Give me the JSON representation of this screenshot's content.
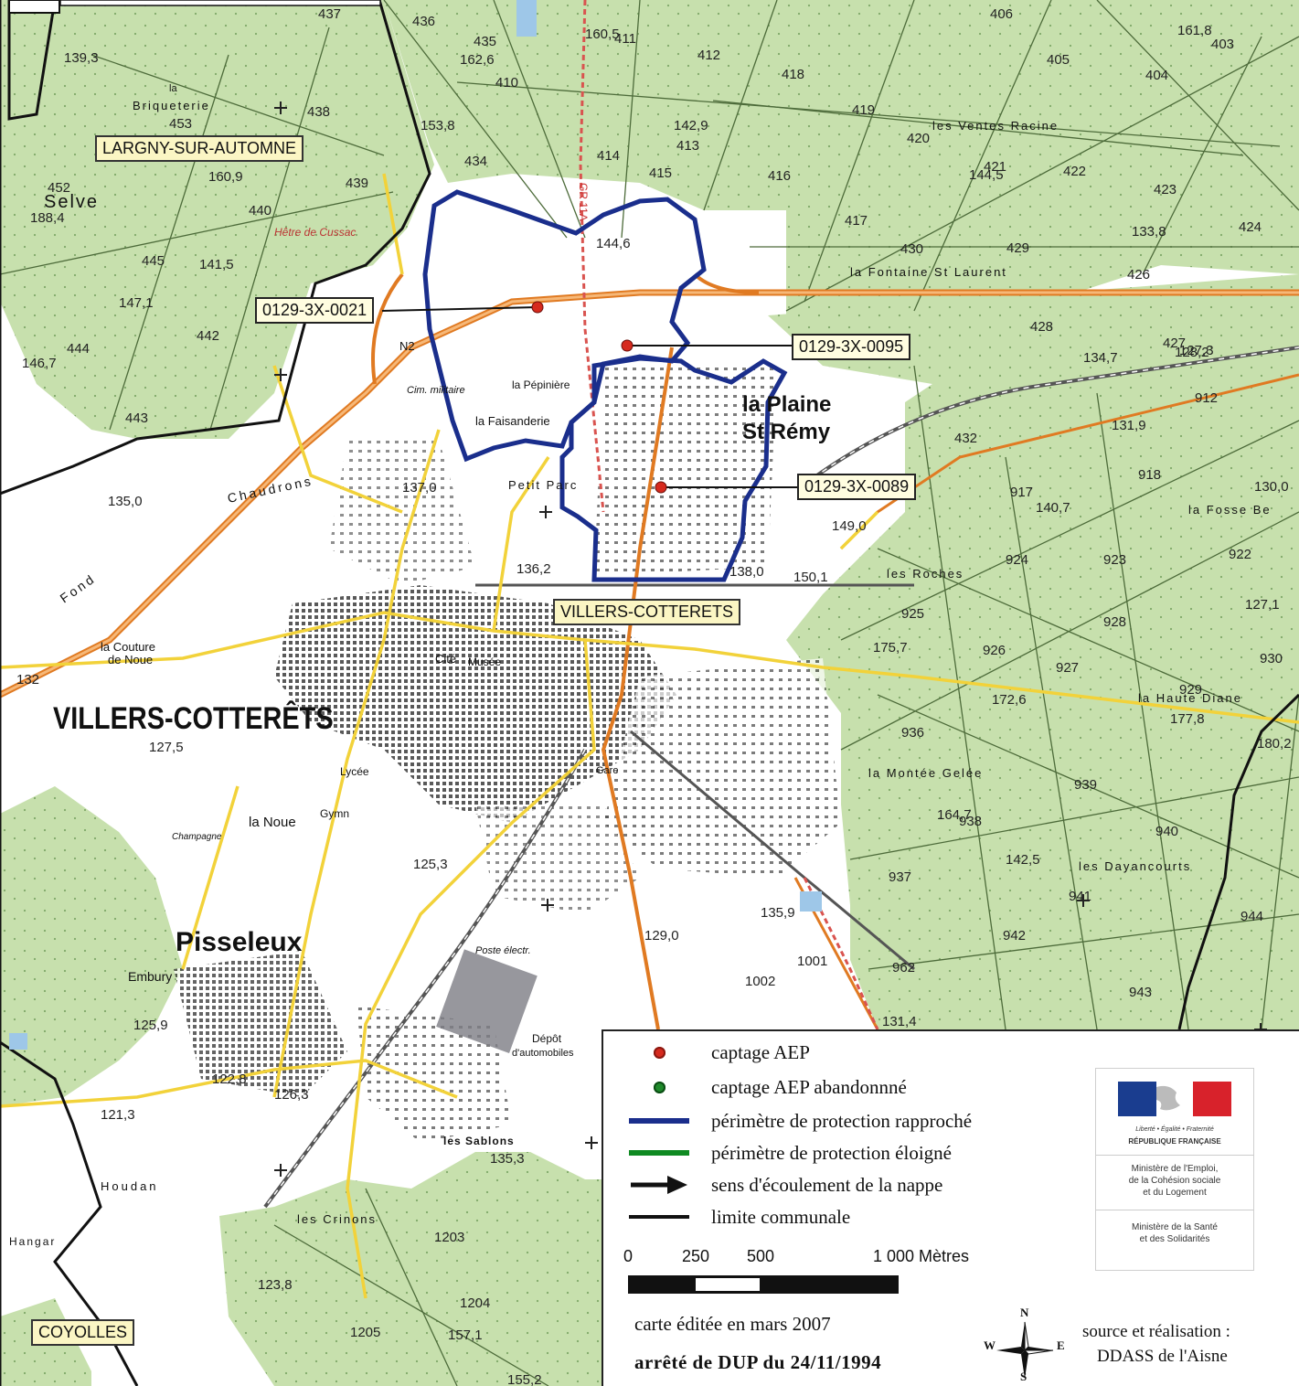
{
  "map": {
    "communes": {
      "largny": "LARGNY-SUR-AUTOMNE",
      "villers": "VILLERS-COTTERETS",
      "coyolles": "COYOLLES"
    },
    "wells": [
      {
        "id": "0129-3X-0021"
      },
      {
        "id": "0129-3X-0095"
      },
      {
        "id": "0129-3X-0089"
      }
    ],
    "places": {
      "town": "VILLERS-COTTERÊTS",
      "pisseleux": "Pisseleux",
      "plaine1": "la Plaine",
      "plaine2": "St Rémy",
      "selve": "Selve",
      "briqueterie1": "la",
      "briqueterie2": "Briqueterie",
      "chaudrons": "Chaudrons",
      "fond": "Fond",
      "couture1": "la Couture",
      "couture2": "de Noue",
      "embury": "Embury",
      "noue": "la Noue",
      "houdan": "Houdan",
      "hangar": "Hangar",
      "sablons": "les Sablons",
      "crinons": "les Crinons",
      "fontaine": "la Fontaine St Laurent",
      "ventes": "les Ventes Racine",
      "monts": "la Montée Gelée",
      "dayan": "les Dayancourts",
      "haute": "la Haute Diane",
      "roches": "les Roches",
      "fosse": "la Fosse Be",
      "faisanderie": "la Faisanderie",
      "pepiniere": "la Pépinière",
      "hetre": "Hêtre de Cussac",
      "petitparc": "Petit Parc",
      "gr": "GR 11A",
      "n2": "N2",
      "cite": "Cité",
      "musee": "Musée",
      "lycee": "Lycée",
      "gymn": "Gymn",
      "gare": "Gare",
      "depot1": "Dépôt",
      "depot2": "d'automobiles",
      "poste": "Poste électr.",
      "cim": "Cim. militaire",
      "chaussee": "Champagne"
    },
    "numbers": [
      "453",
      "452",
      "440",
      "439",
      "445",
      "442",
      "444",
      "443",
      "438",
      "437",
      "434",
      "414",
      "413",
      "415",
      "416",
      "418",
      "419",
      "420",
      "421",
      "422",
      "423",
      "424",
      "426",
      "417",
      "429",
      "430",
      "427",
      "428",
      "432",
      "917",
      "918",
      "924",
      "923",
      "922",
      "925",
      "926",
      "927",
      "928",
      "929",
      "930",
      "936",
      "937",
      "938",
      "939",
      "940",
      "941",
      "942",
      "943",
      "944",
      "962",
      "1001",
      "1002",
      "1203",
      "1204",
      "1205",
      "912",
      "406",
      "405",
      "403",
      "404",
      "412",
      "411",
      "410",
      "435",
      "436"
    ],
    "elevations": [
      "188,4",
      "160,9",
      "141,5",
      "147,1",
      "146,7",
      "135,0",
      "137,0",
      "136,2",
      "138,0",
      "150,1",
      "149,0",
      "140,7",
      "130,0",
      "134,7",
      "127,3",
      "131,9",
      "142,9",
      "139,3",
      "144,6",
      "153,8",
      "162,6",
      "160,5",
      "161,8",
      "132",
      "127,5",
      "125,3",
      "122,8",
      "121,3",
      "126,3",
      "125,9",
      "135,3",
      "157,1",
      "155,2",
      "123,8",
      "135,9",
      "129,0",
      "131,4",
      "142,5",
      "164,7",
      "172,6",
      "177,8",
      "180,2",
      "175,7",
      "144,5",
      "133,8",
      "127,1",
      "128,2"
    ]
  },
  "legend": {
    "items": [
      {
        "label": "captage AEP",
        "color": "#d62a1e"
      },
      {
        "label": "captage AEP abandonnné",
        "color": "#1f8a2a"
      },
      {
        "label": "périmètre de protection rapproché",
        "color": "#1a2e8c"
      },
      {
        "label": "périmètre de protection éloigné",
        "color": "#0f8a22"
      },
      {
        "label": "sens d'écoulement de la nappe",
        "color": "#111111"
      },
      {
        "label": "limite communale",
        "color": "#111111"
      }
    ],
    "scale": {
      "t0": "0",
      "t1": "250",
      "t2": "500",
      "t3": "1 000 Mètres"
    },
    "edited": "carte éditée en mars 2007",
    "arrete": "arrêté de DUP du 24/11/1994",
    "source1": "source et réalisation :",
    "source2": "DDASS de l'Aisne",
    "compass": {
      "n": "N",
      "s": "S",
      "e": "E",
      "w": "W"
    },
    "logo": {
      "motto": "Liberté • Égalité • Fraternité",
      "republique": "RÉPUBLIQUE FRANÇAISE",
      "min1a": "Ministère de l'Emploi,",
      "min1b": "de la Cohésion sociale",
      "min1c": "et du Logement",
      "min2a": "Ministère de la Santé",
      "min2b": "et des Solidarités"
    }
  },
  "colors": {
    "forest": "#c9e2b0",
    "open": "#ffffff",
    "road_major": "#e07a22",
    "road_minor": "#f2d23a",
    "perimeter": "#1a2e8c",
    "well": "#d62a1e",
    "commune_line": "#111111",
    "forest_trail": "#4d6b3a"
  }
}
